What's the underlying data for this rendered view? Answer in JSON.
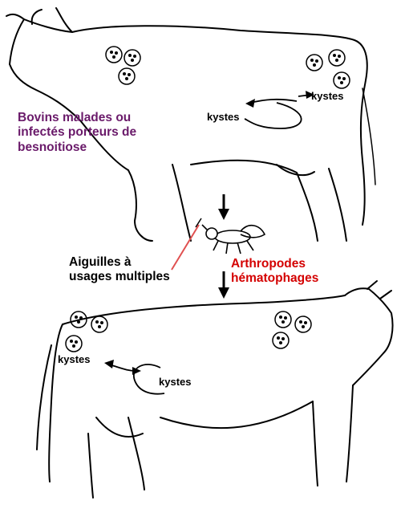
{
  "colors": {
    "outline": "#000000",
    "source_label": "#6a1a6a",
    "vector_label": "#d40000",
    "needle_label": "#000000",
    "needle": "#e05050"
  },
  "labels": {
    "cysts_top_left": "kystes",
    "cysts_top_right": "kystes",
    "cysts_bottom_left": "kystes",
    "cysts_bottom_right": "kystes",
    "source": [
      "Bovins malades ou",
      "infectés porteurs de",
      "besnoitiose"
    ],
    "needles": [
      "Aiguilles à",
      "usages multiples"
    ],
    "vectors": [
      "Arthropodes",
      "hématophages"
    ]
  },
  "icons": {
    "top_animal": "cow-outline-icon",
    "bottom_animal": "cow-outline-icon",
    "insect": "fly-icon",
    "needle": "syringe-needle-icon",
    "cyst": "cyst-icon",
    "arrow": "down-arrow-icon"
  }
}
